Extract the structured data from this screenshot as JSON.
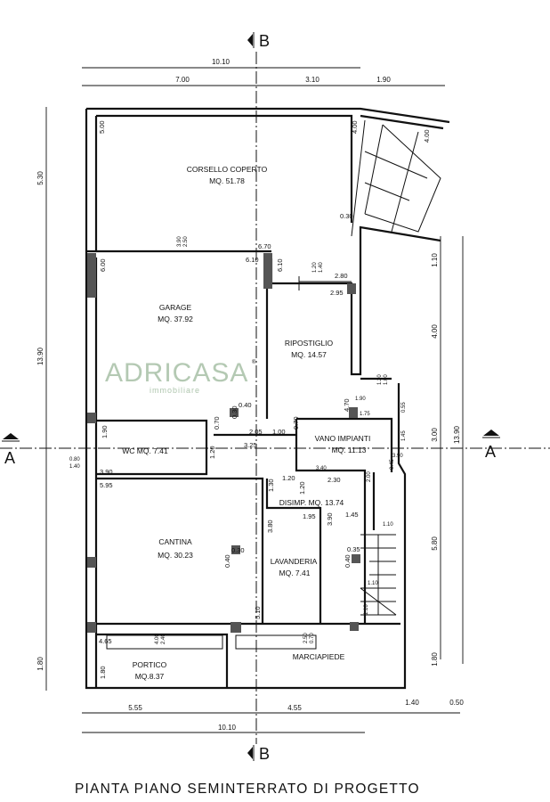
{
  "title": "PIANTA PIANO SEMINTERRATO DI PROGETTO",
  "section_markers": {
    "top": "B",
    "bottom": "B",
    "left": "A",
    "right": "A"
  },
  "logo": {
    "name": "ADRICASA",
    "sub": "immobiliare",
    "mark": "®"
  },
  "rooms": [
    {
      "name": "CORSELLO COPERTO",
      "area": "MQ. 51.78"
    },
    {
      "name": "GARAGE",
      "area": "MQ. 37.92"
    },
    {
      "name": "RIPOSTIGLIO",
      "area": "MQ. 14.57"
    },
    {
      "name": "WC MQ. 7.41"
    },
    {
      "name": "VANO IMPIANTI",
      "area": "MQ. 11.13"
    },
    {
      "name": "DISIMP. MQ. 13.74"
    },
    {
      "name": "CANTINA",
      "area": "MQ. 30.23"
    },
    {
      "name": "LAVANDERIA",
      "area": "MQ. 7.41"
    },
    {
      "name": "PORTICO",
      "area": "MQ.8.37"
    },
    {
      "name": "MARCIAPIEDE"
    }
  ],
  "dims_top": [
    "10.10",
    "7.00",
    "3.10",
    "1.90"
  ],
  "dims_bottom": [
    "5.55",
    "4.55",
    "1.40",
    "0.50",
    "10.10"
  ],
  "dims_left": [
    "5.30",
    "13.90",
    "1.80"
  ],
  "dims_right": [
    "1.10",
    "4.00",
    "3.00",
    "5.80",
    "1.80",
    "13.90"
  ],
  "interior": [
    "5.00",
    "4.00",
    "4.00",
    "0.30",
    "3.90",
    "2.50",
    "6.70",
    "6.10",
    "6.00",
    "6.10",
    "1.20",
    "1.40",
    "2.80",
    "2.95",
    "1.20",
    "1.00",
    "1.90",
    "0.55",
    "1.75",
    "4.70",
    "0.40",
    "0.30",
    "0.70",
    "2.05",
    "1.00",
    "0.70",
    "3.25",
    "1.20",
    "1.90",
    "0.80",
    "1.40",
    "3.90",
    "5.95",
    "1.45",
    "3.90",
    "0.45",
    "3.40",
    "2.30",
    "2.00",
    "1.20",
    "1.20",
    "1.30",
    "1.45",
    "1.95",
    "3.90",
    "3.80",
    "1.10",
    "0.35",
    "0.40",
    "0.40",
    "0.30",
    "1.10",
    "1.10",
    "5.10",
    "4.65",
    "4.00",
    "2.40",
    "1.80",
    "2.50",
    "0.70"
  ]
}
